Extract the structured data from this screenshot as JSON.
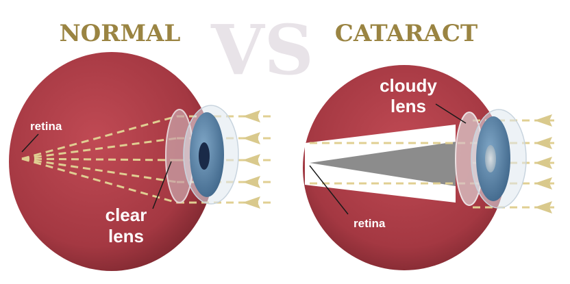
{
  "headings": {
    "left": "NORMAL",
    "center": "VS",
    "right": "CATARACT"
  },
  "labels": {
    "normal_retina": "retina",
    "clear_lens_line1": "clear",
    "clear_lens_line2": "lens",
    "cloudy_lens_line1": "cloudy",
    "cloudy_lens_line2": "lens",
    "cataract_retina": "retina"
  },
  "colors": {
    "heading": "#9a8442",
    "vs_watermark": "#e6e1e6",
    "eyeball": "#a83a42",
    "light_ray": "#d9c98c",
    "iris": "#5f86a8",
    "pupil": "#1a2a48",
    "cloudy_pupil": "#b9c3c9",
    "blocked_light": "#8c8c8c"
  }
}
